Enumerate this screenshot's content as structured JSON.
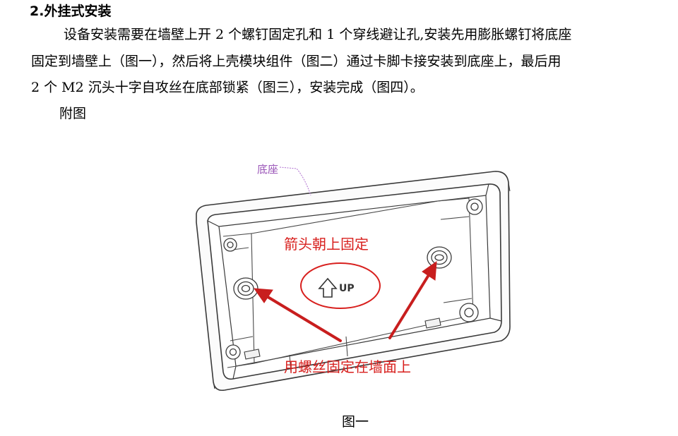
{
  "section": {
    "heading": "2.外挂式安装",
    "paragraph_lines": [
      "设备安装需要在墙壁上开 2 个螺钉固定孔和 1 个穿线避让孔,安装先用膨胀螺钉将底座",
      "固定到墙壁上（图一），然后将上壳模块组件（图二）通过卡脚卡接安装到底座上，最后用",
      "2 个 M2 沉头十字自攻丝在底部锁紧（图三），安装完成（图四）。"
    ],
    "appendix_label": "附图"
  },
  "figure": {
    "caption": "图一",
    "labels": {
      "base": "底座",
      "arrow_up_note": "箭头朝上固定",
      "up_mark": "UP",
      "screw_note": "用螺丝固定在墙面上"
    },
    "colors": {
      "callout_red": "#d8201e",
      "label_purple": "#9a55b8",
      "line_dark": "#3a3a3a",
      "arrow_red": "#c81e1e"
    }
  }
}
